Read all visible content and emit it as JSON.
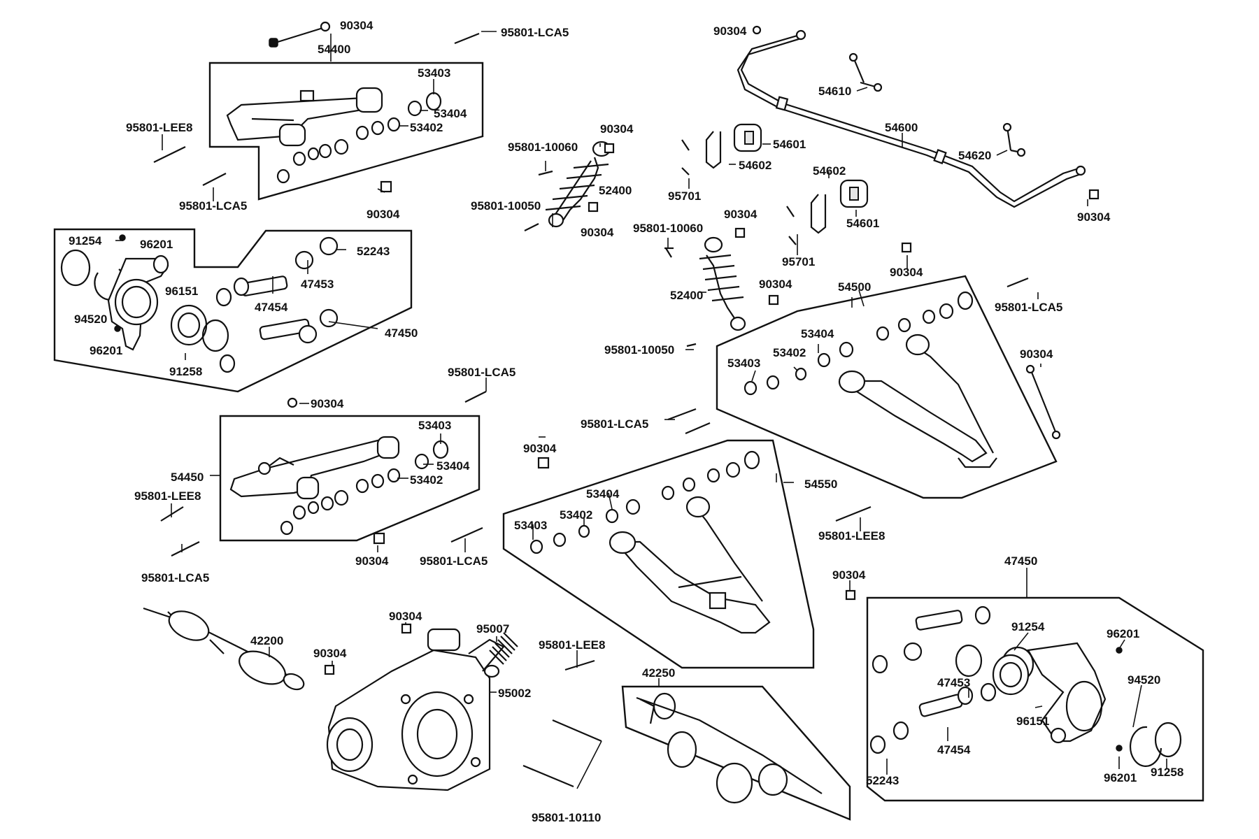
{
  "labels": {
    "p90304": "90304",
    "p95801_LCA5": "95801-LCA5",
    "p54400": "54400",
    "p53403": "53403",
    "p53404": "53404",
    "p53402": "53402",
    "p95801_LEE8": "95801-LEE8",
    "p91254": "91254",
    "p96201": "96201",
    "p52243": "52243",
    "p47453": "47453",
    "p96151": "96151",
    "p47454": "47454",
    "p94520": "94520",
    "p47450": "47450",
    "p91258": "91258",
    "p54450": "54450",
    "p95801_10060": "95801-10060",
    "p52400": "52400",
    "p95801_10050": "95801-10050",
    "p54610": "54610",
    "p54600": "54600",
    "p54601": "54601",
    "p54602": "54602",
    "p95701": "95701",
    "p54620": "54620",
    "p54500": "54500",
    "p54550": "54550",
    "p42200": "42200",
    "p95007": "95007",
    "p95002": "95002",
    "p42250": "42250",
    "p95801_10110": "95801-10110"
  }
}
